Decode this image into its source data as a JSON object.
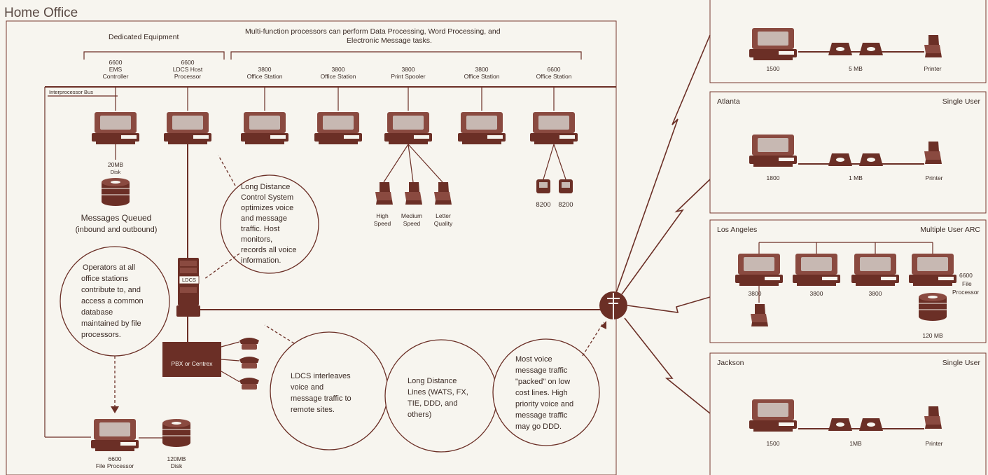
{
  "title": "Home Office",
  "home": {
    "dedicated_label": "Dedicated Equipment",
    "multi_label_1": "Multi-function processors can perform Data Processing, Word Processing, and",
    "multi_label_2": "Electronic Message tasks.",
    "bus_label": "Interprocessor Bus",
    "stations": [
      {
        "l1": "6600",
        "l2": "EMS",
        "l3": "Controller"
      },
      {
        "l1": "6600",
        "l2": "LDCS Host",
        "l3": "Processor"
      },
      {
        "l1": "3800",
        "l2": "Office Station",
        "l3": ""
      },
      {
        "l1": "3800",
        "l2": "Office Station",
        "l3": ""
      },
      {
        "l1": "3800",
        "l2": "Print Spooler",
        "l3": ""
      },
      {
        "l1": "3800",
        "l2": "Office Station",
        "l3": ""
      },
      {
        "l1": "6600",
        "l2": "Office Station",
        "l3": ""
      }
    ],
    "disk_l1": "20MB",
    "disk_l2": "Disk",
    "queue_l1": "Messages Queued",
    "queue_l2": "(inbound and outbound)",
    "printers": [
      {
        "l1": "High",
        "l2": "Speed"
      },
      {
        "l1": "Medium",
        "l2": "Speed"
      },
      {
        "l1": "Letter",
        "l2": "Quality"
      }
    ],
    "terminals": [
      "8200",
      "8200"
    ],
    "ldcs_label": "LDCS",
    "pbx_label": "PBX or Centrex",
    "file_proc_l1": "6600",
    "file_proc_l2": "File Processor",
    "disk120_l1": "120MB",
    "disk120_l2": "Disk",
    "circle_ldcs": [
      "Long Distance",
      "Control System",
      "optimizes voice",
      "and message",
      "traffic.  Host",
      "monitors,",
      "records all voice",
      "information."
    ],
    "circle_operators": [
      "Operators at all",
      "office stations",
      "contribute to, and",
      "access a common",
      "database",
      "maintained by file",
      "processors."
    ],
    "circle_interleave": [
      "LDCS interleaves",
      "voice and",
      "message traffic to",
      "remote sites."
    ],
    "circle_lines": [
      "Long Distance",
      "Lines (WATS, FX,",
      "TIE, DDD, and",
      "others)"
    ],
    "circle_voice": [
      "Most voice",
      "message traffic",
      "\"packed\" on low",
      "cost lines.  High",
      "priority  voice and",
      "message traffic",
      "may go DDD."
    ]
  },
  "remote": [
    {
      "city": "",
      "type": "",
      "proc": "1500",
      "disk": "5 MB",
      "printer": "Printer"
    },
    {
      "city": "Atlanta",
      "type": "Single User",
      "proc": "1800",
      "disk": "1 MB",
      "printer": "Printer"
    },
    {
      "city": "Los Angeles",
      "type": "Multiple User ARC",
      "stations": [
        "3800",
        "3800",
        "3800"
      ],
      "proc_l1": "6600",
      "proc_l2": "File",
      "proc_l3": "Processor",
      "disk": "120 MB"
    },
    {
      "city": "Jackson",
      "type": "Single User",
      "proc": "1500",
      "disk": "1MB",
      "printer": "Printer"
    }
  ]
}
